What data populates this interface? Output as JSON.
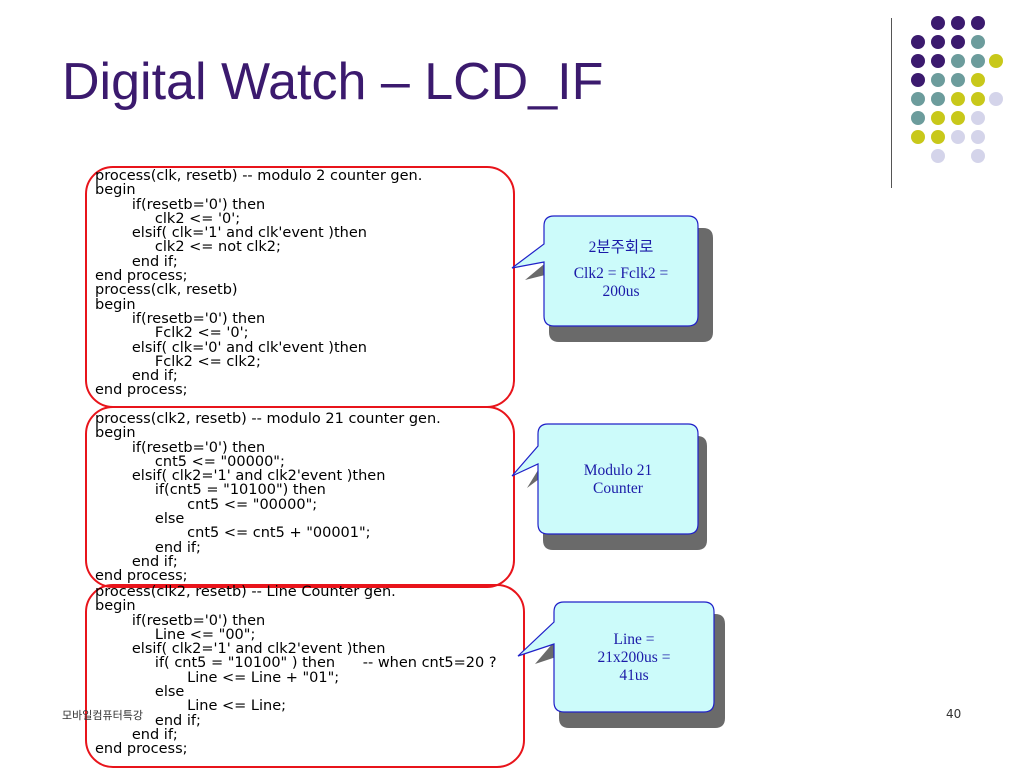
{
  "slide": {
    "title": "Digital Watch – LCD_IF",
    "footer_left": "모바일컴퓨터특강",
    "page_number": "40"
  },
  "code_blocks": [
    {
      "lines": [
        "process(clk, resetb) -- modulo 2 counter gen.",
        "begin",
        "        if(resetb='0') then",
        "             clk2 <= '0';",
        "        elsif( clk='1' and clk'event )then",
        "             clk2 <= not clk2;",
        "        end if;",
        "end process;",
        "process(clk, resetb)",
        "begin",
        "        if(resetb='0') then",
        "             Fclk2 <= '0';",
        "        elsif( clk='0' and clk'event )then",
        "             Fclk2 <= clk2;",
        "        end if;",
        "end process;"
      ]
    },
    {
      "lines": [
        "process(clk2, resetb) -- modulo 21 counter gen.",
        "begin",
        "        if(resetb='0') then",
        "             cnt5 <= \"00000\";",
        "        elsif( clk2='1' and clk2'event )then",
        "             if(cnt5 = \"10100\") then",
        "                    cnt5 <= \"00000\";",
        "             else",
        "                    cnt5 <= cnt5 + \"00001\";",
        "             end if;",
        "        end if;",
        "end process;"
      ]
    },
    {
      "lines": [
        "process(clk2, resetb) -- Line Counter gen.",
        "begin",
        "        if(resetb='0') then",
        "             Line <= \"00\";",
        "        elsif( clk2='1' and clk2'event )then",
        "             if( cnt5 = \"10100\" ) then      -- when cnt5=20 ?",
        "                    Line <= Line + \"01\";",
        "             else",
        "                    Line <= Line;",
        "             end if;",
        "        end if;",
        "end process;"
      ]
    }
  ],
  "callouts": [
    {
      "line1": "2분주회로",
      "line2": "Clk2 = Fclk2 =",
      "line3": "200us"
    },
    {
      "line1": "Modulo 21",
      "line2": "Counter"
    },
    {
      "line1": "Line =",
      "line2": "21x200us =",
      "line3": "41us"
    }
  ],
  "colors": {
    "title": "#3b1a6e",
    "red_frame": "#e8141b",
    "callout_fill": "#ccfbfa",
    "callout_border": "#2020c8",
    "callout_text": "#1b1ba8",
    "dot_purple": "#3b1a6e",
    "dot_teal": "#6c9c9c",
    "dot_yellow": "#c8c81a",
    "dot_lavender": "#d4d4ea"
  }
}
